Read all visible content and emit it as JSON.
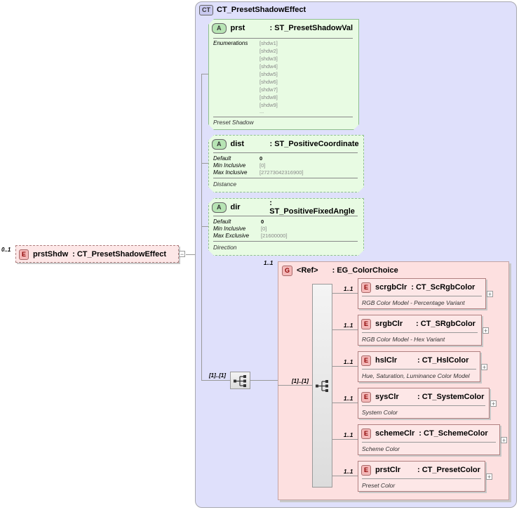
{
  "root": {
    "cardinality": "0..1",
    "badge": "E",
    "name": "prstShdw",
    "type": ": CT_PresetShadowEffect",
    "collapse_symbol": "−"
  },
  "complex_type": {
    "badge": "CT",
    "name": "CT_PresetShadowEffect"
  },
  "attributes": [
    {
      "badge": "A",
      "name": "prst",
      "type": ": ST_PresetShadowVal",
      "facet_label": "Enumerations",
      "enumerations": [
        "[shdw1]",
        "[shdw2]",
        "[shdw3]",
        "[shdw4]",
        "[shdw5]",
        "[shdw6]",
        "[shdw7]",
        "[shdw8]",
        "[shdw9]",
        "..."
      ],
      "doc": "Preset Shadow"
    },
    {
      "badge": "A",
      "name": "dist",
      "type": ": ST_PositiveCoordinate",
      "facets": [
        {
          "label": "Default",
          "value": "0",
          "bold": true
        },
        {
          "label": "Min Inclusive",
          "value": "[0]",
          "bold": false
        },
        {
          "label": "Max Inclusive",
          "value": "[27273042316900]",
          "bold": false
        }
      ],
      "doc": "Distance"
    },
    {
      "badge": "A",
      "name": "dir",
      "type": ": ST_PositiveFixedAngle",
      "facets": [
        {
          "label": "Default",
          "value": "0",
          "bold": true
        },
        {
          "label": "Min Inclusive",
          "value": "[0]",
          "bold": false
        },
        {
          "label": "Max Exclusive",
          "value": "[21600000]",
          "bold": false
        }
      ],
      "doc": "Direction"
    }
  ],
  "sequence": {
    "cardinality": "[1]..[1]"
  },
  "group": {
    "cardinality": "1..1",
    "badge": "G",
    "ref": "<Ref>",
    "name": ": EG_ColorChoice",
    "choice_cardinality": "[1]..[1]"
  },
  "elements": [
    {
      "cardinality": "1..1",
      "badge": "E",
      "name": "scrgbClr",
      "type": ": CT_ScRgbColor",
      "doc": "RGB Color Model - Percentage Variant",
      "expand": "+"
    },
    {
      "cardinality": "1..1",
      "badge": "E",
      "name": "srgbClr",
      "type": ": CT_SRgbColor",
      "doc": "RGB Color Model - Hex Variant",
      "expand": "+"
    },
    {
      "cardinality": "1..1",
      "badge": "E",
      "name": "hslClr",
      "type": ": CT_HslColor",
      "doc": "Hue, Saturation, Luminance Color Model",
      "expand": "+"
    },
    {
      "cardinality": "1..1",
      "badge": "E",
      "name": "sysClr",
      "type": ": CT_SystemColor",
      "doc": "System Color",
      "expand": "+"
    },
    {
      "cardinality": "1..1",
      "badge": "E",
      "name": "schemeClr",
      "type": ": CT_SchemeColor",
      "doc": "Scheme Color",
      "expand": "+"
    },
    {
      "cardinality": "1..1",
      "badge": "E",
      "name": "prstClr",
      "type": ": CT_PresetColor",
      "doc": "Preset Color",
      "expand": "+"
    }
  ]
}
